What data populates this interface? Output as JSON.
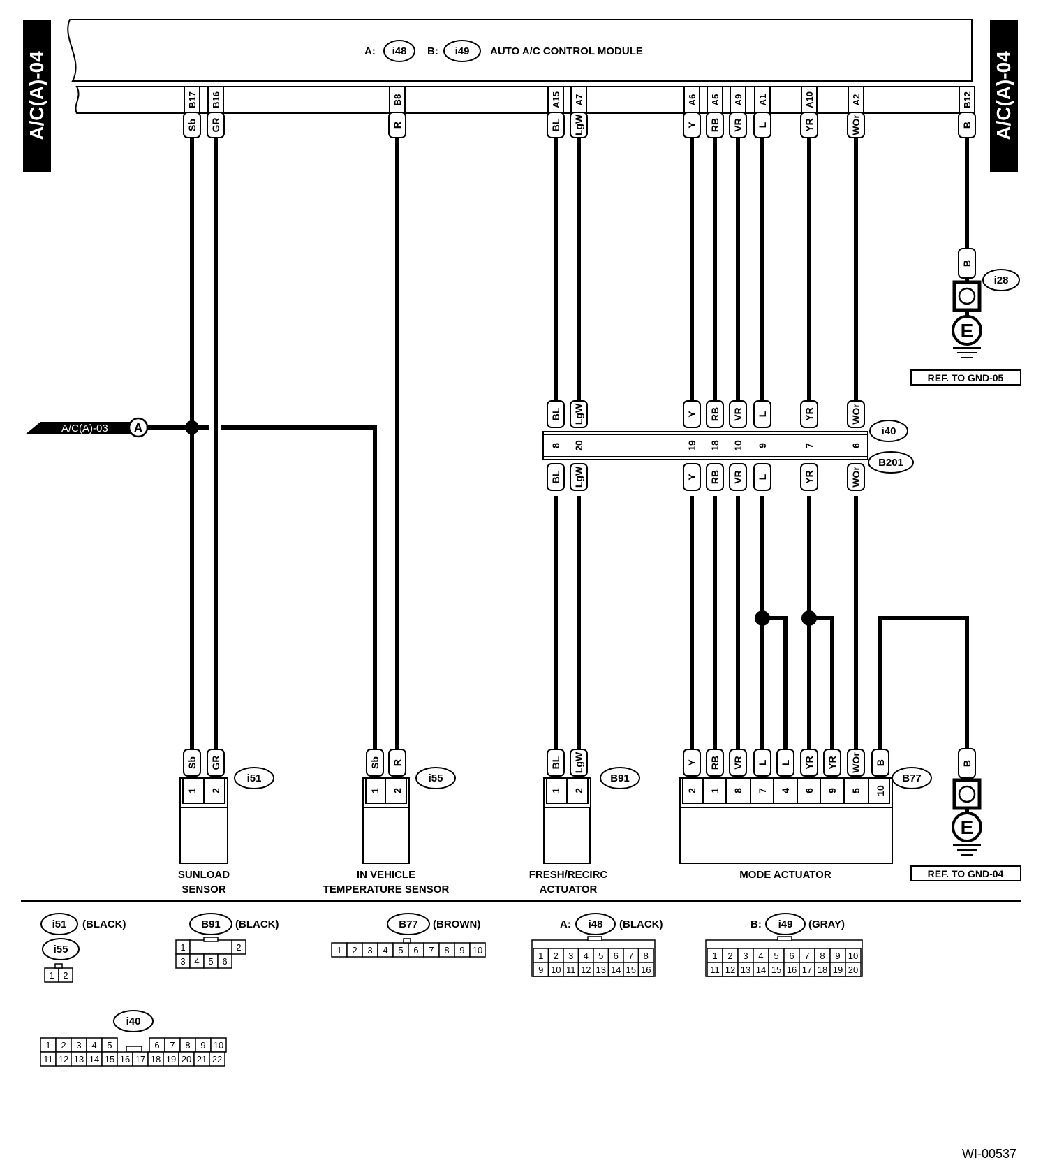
{
  "page_tag_left": "A/C(A)-04",
  "page_tag_right": "A/C(A)-04",
  "module": {
    "prefix_a": "A:",
    "connector_a": "i48",
    "prefix_b": "B:",
    "connector_b": "i49",
    "title": "AUTO A/C CONTROL MODULE"
  },
  "module_pins": [
    {
      "pin": "B17",
      "color": "Sb"
    },
    {
      "pin": "B16",
      "color": "GR"
    },
    {
      "pin": "B8",
      "color": "R"
    },
    {
      "pin": "A15",
      "color": "BL"
    },
    {
      "pin": "A7",
      "color": "LgW"
    },
    {
      "pin": "A6",
      "color": "Y"
    },
    {
      "pin": "A5",
      "color": "RB"
    },
    {
      "pin": "A9",
      "color": "VR"
    },
    {
      "pin": "A1",
      "color": "L"
    },
    {
      "pin": "A10",
      "color": "YR"
    },
    {
      "pin": "A2",
      "color": "WOr"
    },
    {
      "pin": "B12",
      "color": "B"
    }
  ],
  "ground_top": {
    "wire": "B",
    "connector": "i28",
    "symbol": "E",
    "ref": "REF. TO GND-05"
  },
  "ground_bottom": {
    "wire": "B",
    "symbol": "E",
    "ref": "REF. TO GND-04"
  },
  "junction": {
    "label": "A/C(A)-03",
    "symbol": "A"
  },
  "joint": {
    "connector_top": "i40",
    "connector_bottom": "B201",
    "pins": [
      {
        "color": "BL",
        "num": "8"
      },
      {
        "color": "LgW",
        "num": "20"
      },
      {
        "color": "Y",
        "num": "19"
      },
      {
        "color": "RB",
        "num": "18"
      },
      {
        "color": "VR",
        "num": "10"
      },
      {
        "color": "L",
        "num": "9"
      },
      {
        "color": "YR",
        "num": "7"
      },
      {
        "color": "WOr",
        "num": "6"
      }
    ]
  },
  "sunload": {
    "connector": "i51",
    "colors": [
      "Sb",
      "GR"
    ],
    "nums": [
      "1",
      "2"
    ],
    "label1": "SUNLOAD",
    "label2": "SENSOR"
  },
  "invehicle": {
    "connector": "i55",
    "colors": [
      "Sb",
      "R"
    ],
    "nums": [
      "1",
      "2"
    ],
    "label1": "IN VEHICLE",
    "label2": "TEMPERATURE SENSOR"
  },
  "fresh": {
    "connector": "B91",
    "colors": [
      "BL",
      "LgW"
    ],
    "nums": [
      "1",
      "2"
    ],
    "label1": "FRESH/RECIRC",
    "label2": "ACTUATOR"
  },
  "mode": {
    "connector": "B77",
    "colors": [
      "Y",
      "RB",
      "VR",
      "L",
      "L",
      "YR",
      "YR",
      "WOr",
      "B"
    ],
    "nums": [
      "2",
      "1",
      "8",
      "7",
      "4",
      "6",
      "9",
      "5",
      "10"
    ],
    "label": "MODE ACTUATOR"
  },
  "legend": {
    "i51": {
      "name": "i51",
      "color": "(BLACK)"
    },
    "i55": {
      "name": "i55",
      "cells": [
        "1",
        "2"
      ]
    },
    "b91": {
      "name": "B91",
      "color": "(BLACK)",
      "row1": [
        "1",
        "2"
      ],
      "row2": [
        "3",
        "4",
        "5",
        "6"
      ]
    },
    "b77": {
      "name": "B77",
      "color": "(BROWN)",
      "cells": [
        "1",
        "2",
        "3",
        "4",
        "5",
        "6",
        "7",
        "8",
        "9",
        "10"
      ]
    },
    "i48": {
      "prefix": "A:",
      "name": "i48",
      "color": "(BLACK)",
      "row1": [
        "1",
        "2",
        "3",
        "4",
        "5",
        "6",
        "7",
        "8"
      ],
      "row2": [
        "9",
        "10",
        "11",
        "12",
        "13",
        "14",
        "15",
        "16"
      ]
    },
    "i49": {
      "prefix": "B:",
      "name": "i49",
      "color": "(GRAY)",
      "row1": [
        "1",
        "2",
        "3",
        "4",
        "5",
        "6",
        "7",
        "8",
        "9",
        "10"
      ],
      "row2": [
        "11",
        "12",
        "13",
        "14",
        "15",
        "16",
        "17",
        "18",
        "19",
        "20"
      ]
    },
    "i40": {
      "name": "i40",
      "row1": [
        "1",
        "2",
        "3",
        "4",
        "5",
        "6",
        "7",
        "8",
        "9",
        "10"
      ],
      "row2": [
        "11",
        "12",
        "13",
        "14",
        "15",
        "16",
        "17",
        "18",
        "19",
        "20",
        "21",
        "22"
      ]
    }
  },
  "figure_id": "WI-00537"
}
